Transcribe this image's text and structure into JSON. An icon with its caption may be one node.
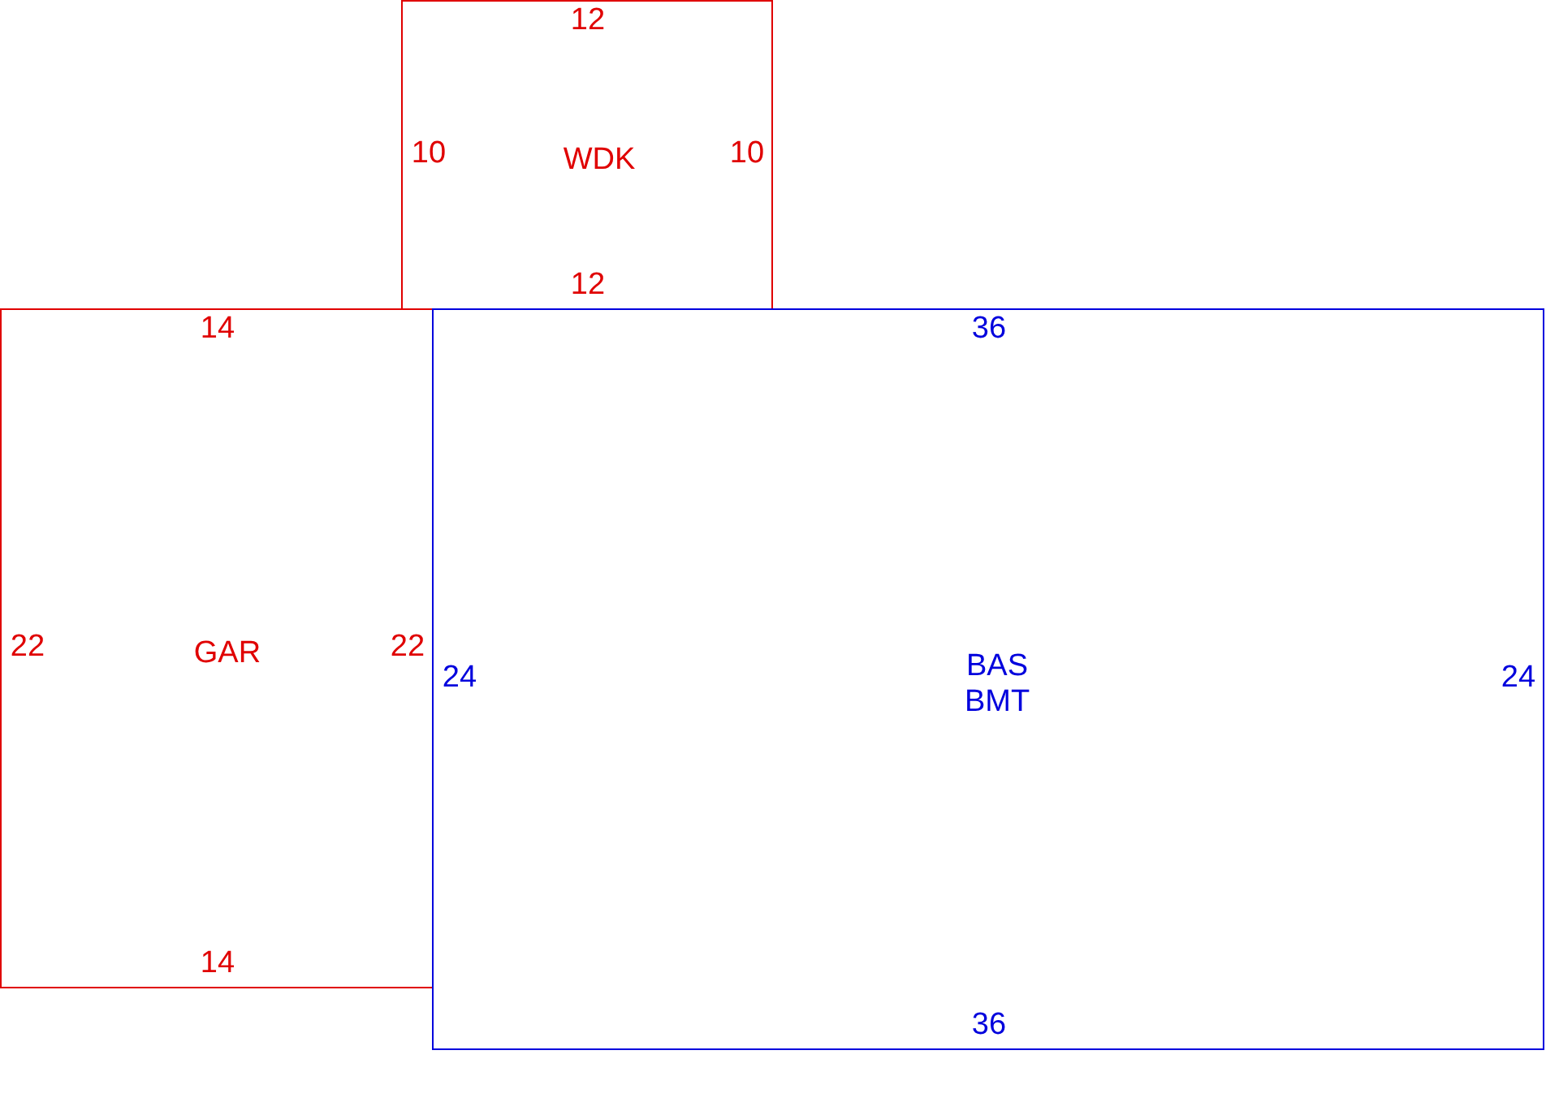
{
  "diagram": {
    "nodes": [
      {
        "text": [
          "WDK"
        ]
      },
      {
        "text": [
          "GAR"
        ]
      },
      {
        "text": [
          "BAS",
          "BMT"
        ]
      }
    ],
    "edges": [],
    "labels": [
      "12",
      "10",
      "10",
      "12",
      "14",
      "36",
      "22",
      "22",
      "24",
      "24",
      "14",
      "36"
    ]
  }
}
